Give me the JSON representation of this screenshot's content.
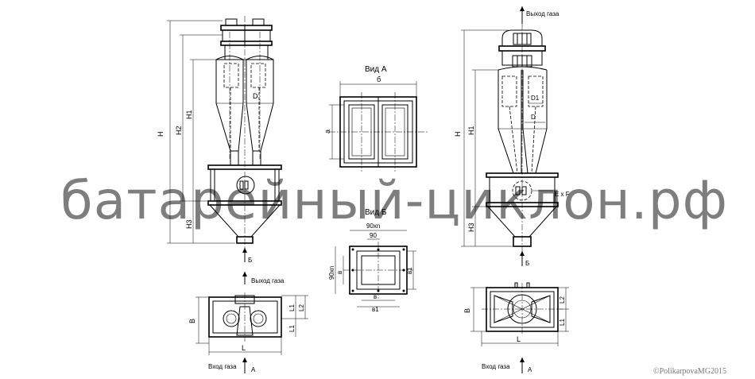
{
  "watermark": "батарейный-циклон.рф",
  "copyright": "©PolikarpovaMG2015",
  "left_front": {
    "dims": {
      "H": "H",
      "H2": "H2",
      "H1": "H1",
      "H3": "H3",
      "D": "D"
    },
    "arrow_label": "Б"
  },
  "left_plan": {
    "gas_out": "Выход газа",
    "gas_in": "Вход газа",
    "arrow_label": "A",
    "dims": {
      "B": "B",
      "L": "L",
      "L1": "L1",
      "L2": "L2"
    }
  },
  "view_a": {
    "title": "Вид А",
    "dims": {
      "b": "б",
      "a": "а"
    }
  },
  "view_b": {
    "title": "Вид Б",
    "dims": {
      "n90": "90xn",
      "w90": "90",
      "n90_side": "90xn",
      "v": "в",
      "v_side": "в",
      "v1": "в1",
      "v1_side": "в1"
    }
  },
  "right_front": {
    "gas_out": "Выход газа",
    "arrow_label": "Б",
    "dims": {
      "H": "H",
      "H1": "H1",
      "H3": "H3",
      "D1": "D1",
      "D": "D",
      "ExF": "E x F"
    }
  },
  "right_plan": {
    "gas_in": "Вход газа",
    "arrow_label": "A",
    "dims": {
      "B": "B",
      "L": "L",
      "L1": "L1",
      "L2": "L2"
    }
  }
}
